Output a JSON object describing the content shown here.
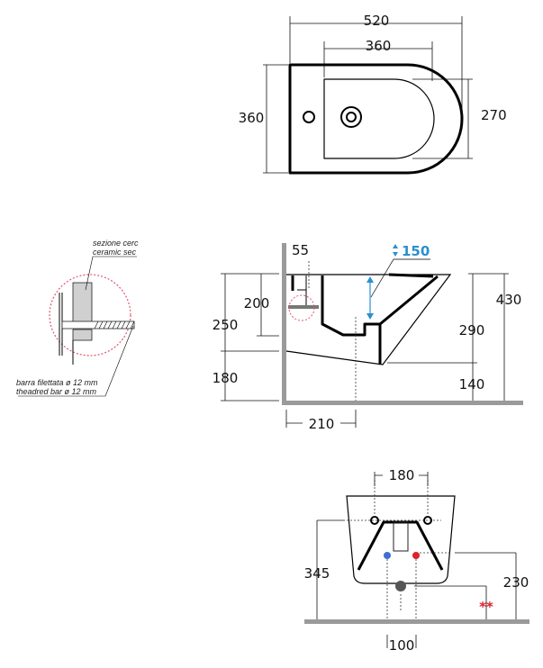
{
  "top_view": {
    "width": "520",
    "inner_width": "360",
    "depth": "360",
    "inner_depth": "270"
  },
  "side_view": {
    "tap_offset": "55",
    "basin_depth": "150",
    "fixing_height": "200",
    "fixing_from_top": "250",
    "fixing_from_floor": "180",
    "total_height": "430",
    "front_height": "290",
    "bottom_clearance": "140",
    "drain_distance": "210"
  },
  "detail": {
    "label_section_it": "sezione cerc",
    "label_section_en": "ceramic sec",
    "label_bar_it": "barra filettata ø 12 mm",
    "label_bar_en": "theadred bar ø 12 mm"
  },
  "front_view": {
    "fixing_spacing": "180",
    "fixing_height": "345",
    "supply_height": "230",
    "supply_spacing": "100",
    "floor_note": "**"
  },
  "colors": {
    "blue": "#2b8fd0",
    "red": "#e0202a",
    "wall": "#9a9a9a"
  }
}
